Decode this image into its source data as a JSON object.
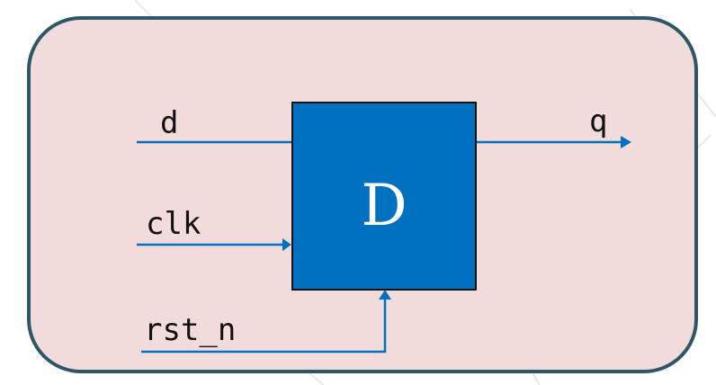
{
  "diagram": {
    "block": {
      "label": "D",
      "fill": "#0070C0",
      "stroke": "#111111"
    },
    "container": {
      "fill": "#F2DCDB",
      "stroke": "#2E5669"
    },
    "wire_color": "#0070C0",
    "watermark_color": "#E6E8EC",
    "ports": {
      "d": "d",
      "clk": "clk",
      "rst_n": "rst_n",
      "q": "q"
    }
  }
}
